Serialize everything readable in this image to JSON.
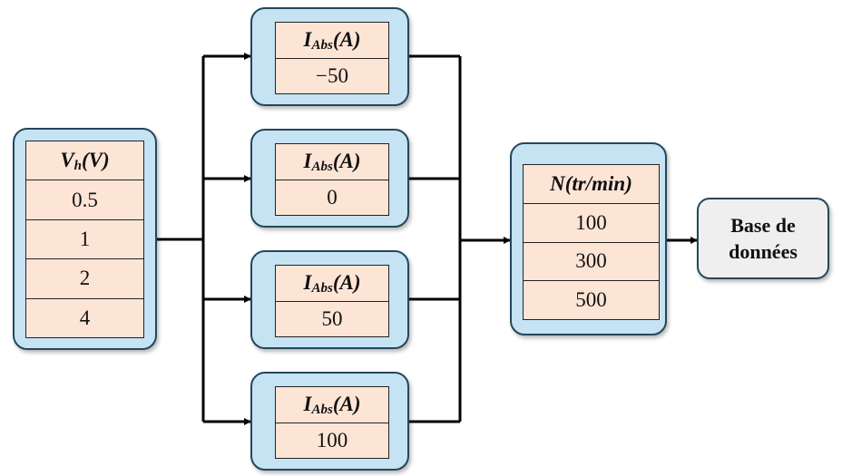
{
  "vh": {
    "header": {
      "sym": "V",
      "sub": "h",
      "paren": "(V)"
    },
    "values": [
      "0.5",
      "1",
      "2",
      "4"
    ]
  },
  "iabs": {
    "header": {
      "sym": "I",
      "sub": "Abs",
      "paren": "(A)"
    },
    "values": [
      "−50",
      "0",
      "50",
      "100"
    ]
  },
  "speed": {
    "header": {
      "text": "N(tr/min)"
    },
    "values": [
      "100",
      "300",
      "500"
    ]
  },
  "database": {
    "line1": "Base de",
    "line2": "données"
  },
  "colors": {
    "group_fill": "#c5e3f3",
    "cell_fill": "#fde5d6",
    "group_border": "#24475c",
    "db_fill": "#efefef"
  }
}
